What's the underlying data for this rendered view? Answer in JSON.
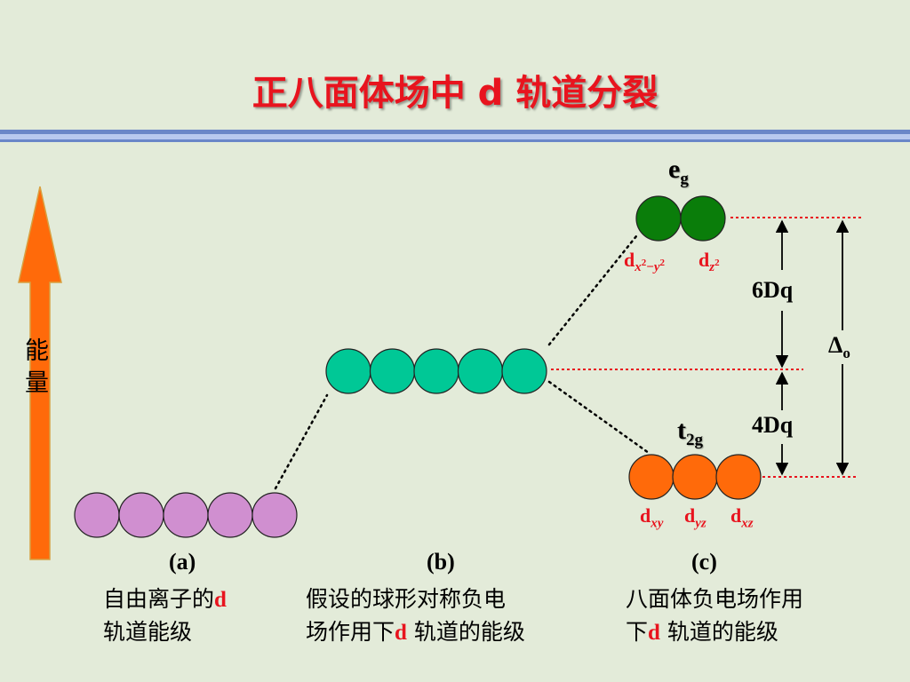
{
  "title": "正八面体场中 d 轨道分裂",
  "energy_axis": {
    "label_line1": "能",
    "label_line2": "量"
  },
  "levels": {
    "a": {
      "label": "(a)",
      "desc_line1": "自由离子的",
      "desc_d": "d",
      "desc_line2": "轨道能级"
    },
    "b": {
      "label": "(b)",
      "desc_line1": "假设的球形对称负电",
      "desc_line2_pre": "场作用下",
      "desc_d": "d",
      "desc_line2_post": " 轨道的能级"
    },
    "c": {
      "label": "(c)",
      "desc_line1": "八面体负电场作用",
      "desc_line2_pre": "下",
      "desc_d": "d",
      "desc_line2_post": " 轨道的能级"
    }
  },
  "eg": {
    "term": "e",
    "term_sub": "g",
    "orbitals": [
      {
        "d": "d",
        "sub": "x",
        "sup1": "2",
        "minus": "−",
        "sub2": "y",
        "sup2": "2"
      },
      {
        "d": "d",
        "sub": "z",
        "sup1": "2"
      }
    ]
  },
  "t2g": {
    "term": "t",
    "term_sub": "2g",
    "orbitals": [
      {
        "d": "d",
        "sub": "xy"
      },
      {
        "d": "d",
        "sub": "yz"
      },
      {
        "d": "d",
        "sub": "xz"
      }
    ]
  },
  "splitting": {
    "upper": "6Dq",
    "lower": "4Dq",
    "delta": "Δ",
    "delta_sub": "o"
  },
  "colors": {
    "free_ion": "#d08fd0",
    "spherical": "#00c896",
    "eg": "#0a7d0a",
    "t2g": "#ff6a0a",
    "title": "#e8141e",
    "arrow": "#ff6a0a",
    "guide": "#e8141e",
    "bar_dark": "#6a86c8",
    "bar_light": "#b8c8ef"
  }
}
